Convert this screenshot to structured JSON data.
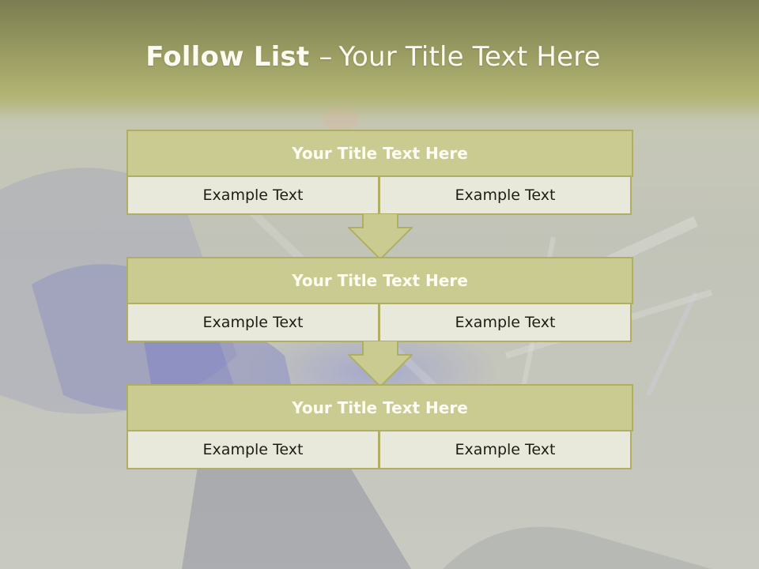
{
  "slide": {
    "title_bold": "Follow List",
    "title_separator": "–",
    "title_rest": "Your Title Text Here"
  },
  "steps": [
    {
      "title": "Your Title Text Here",
      "left": "Example Text",
      "right": "Example Text"
    },
    {
      "title": "Your Title Text Here",
      "left": "Example Text",
      "right": "Example Text"
    },
    {
      "title": "Your Title Text Here",
      "left": "Example Text",
      "right": "Example Text"
    }
  ],
  "colors": {
    "header_fill": "#cacb90",
    "border": "#aeaf62",
    "cell_fill": "#e9e9db",
    "title_text": "#fdfdf4",
    "cell_text": "#1d1d14",
    "background_accent": "#5a5ec8"
  },
  "background_icon": "welding-photo-background"
}
